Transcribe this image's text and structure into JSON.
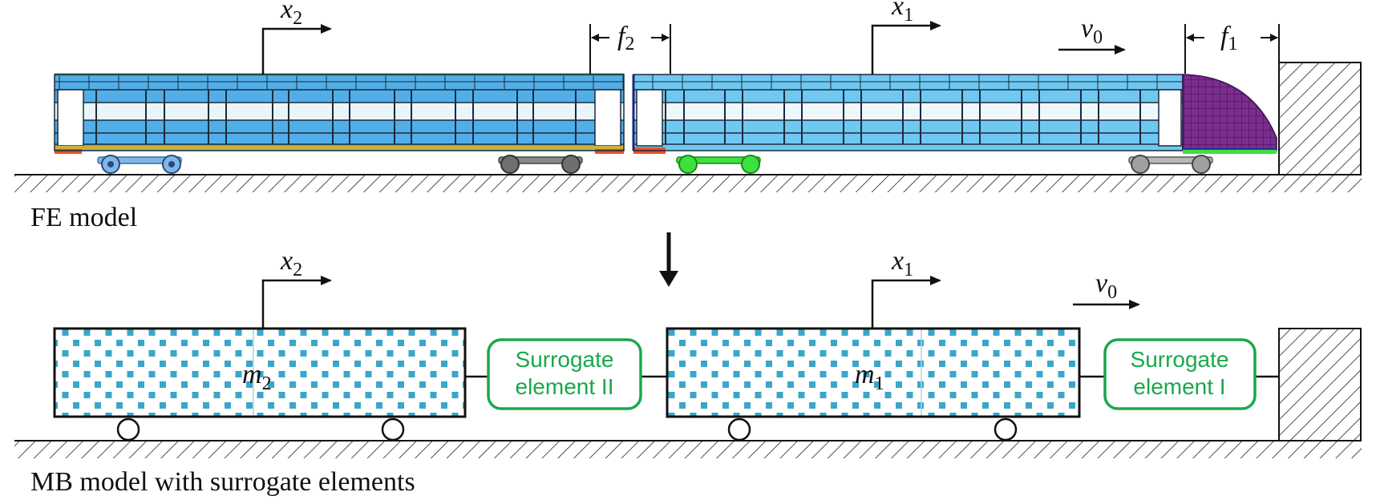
{
  "fe": {
    "caption": "FE model",
    "x2": {
      "sym": "x",
      "sub": "2"
    },
    "x1": {
      "sym": "x",
      "sub": "1"
    },
    "v0": {
      "sym": "v",
      "sub": "0"
    },
    "f2": {
      "sym": "f",
      "sub": "2"
    },
    "f1": {
      "sym": "f",
      "sub": "1"
    }
  },
  "mb": {
    "caption": "MB model with surrogate elements",
    "x2": {
      "sym": "x",
      "sub": "2"
    },
    "x1": {
      "sym": "x",
      "sub": "1"
    },
    "v0": {
      "sym": "v",
      "sub": "0"
    },
    "m2": {
      "sym": "m",
      "sub": "2"
    },
    "m1": {
      "sym": "m",
      "sub": "1"
    },
    "surrogate2": {
      "line1": "Surrogate",
      "line2": "element II"
    },
    "surrogate1": {
      "line1": "Surrogate",
      "line2": "element I"
    }
  },
  "colors": {
    "car_rear": "#52aee8",
    "car_front": "#6ec8f2",
    "nose": "#7b2d8e",
    "bogie_blue": "#7eb8e8",
    "bogie_gray": "#6f6f6f",
    "bogie_green": "#3fe03f",
    "surrogate_green": "#1aa84a",
    "mass_dots": "#3aa7c8"
  }
}
